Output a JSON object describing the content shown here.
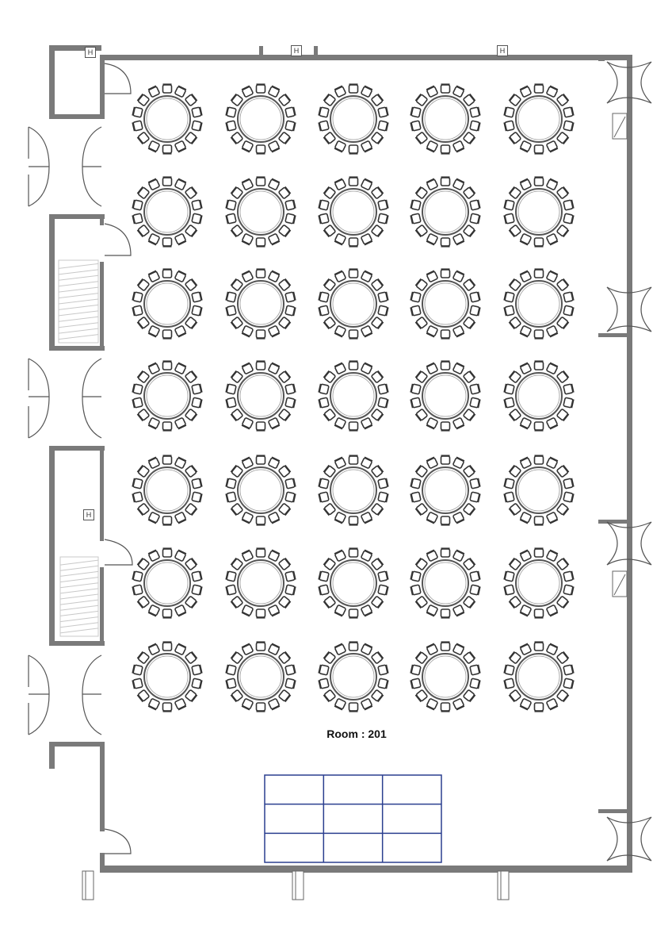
{
  "room": {
    "label": "Room : 201"
  },
  "markers": {
    "h": "H"
  },
  "tables": {
    "rows": 7,
    "cols": 5,
    "chairs_per_table": 14
  },
  "stage": {
    "rows": 3,
    "cols": 3
  },
  "colors": {
    "wall": "#7a7a7a",
    "chair": "#333333",
    "table": "#555555",
    "stage": "#2a3f8f",
    "stair": "#c8c8c8"
  }
}
